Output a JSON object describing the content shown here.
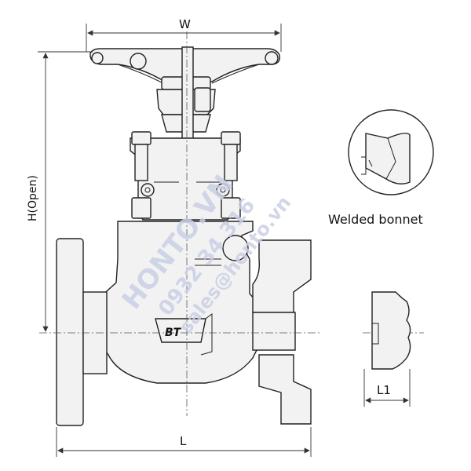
{
  "labels": {
    "width": "W",
    "height": "H(Open)",
    "length": "L",
    "socket_length": "L1",
    "inset_caption": "Welded bonnet",
    "body_marking": "BT"
  },
  "watermark": {
    "line1": "HONTO.VN",
    "line2": "0932 34 316",
    "line3": "sales@honto.vn",
    "color": "#c9cfe6"
  }
}
